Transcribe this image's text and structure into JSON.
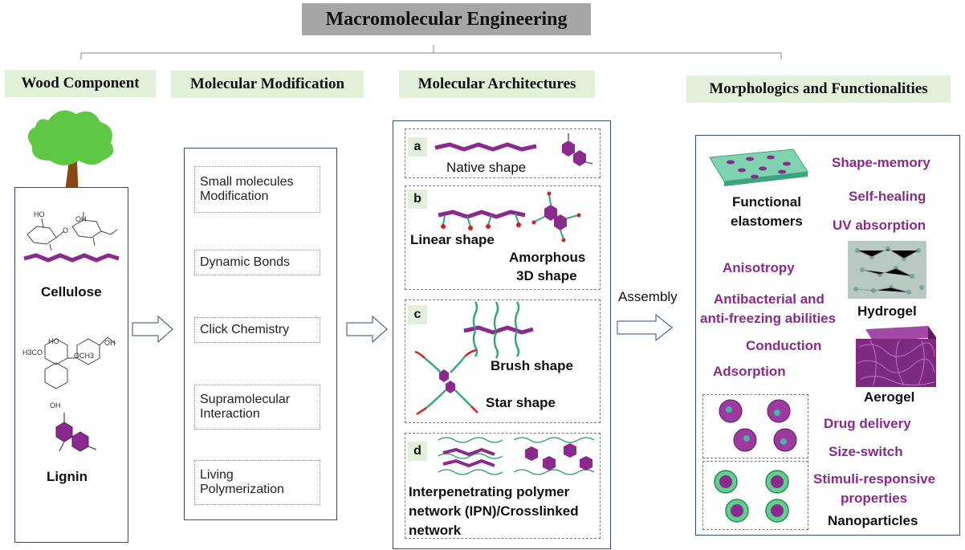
{
  "title": "Macromolecular Engineering",
  "columns": {
    "wood": "Wood Component",
    "modification": "Molecular Modification",
    "architectures": "Molecular Architectures",
    "morphology": "Morphologics and Functionalities"
  },
  "wood": {
    "cellulose": "Cellulose",
    "lignin": "Lignin",
    "formula_labels": [
      "HO",
      "OH",
      "O",
      "H3CO",
      "OCH3",
      "OH",
      "HO",
      "OH"
    ]
  },
  "modification": {
    "items": [
      [
        "Small molecules",
        "Modification"
      ],
      [
        "Dynamic Bonds"
      ],
      [
        "Click Chemistry"
      ],
      [
        "Supramolecular",
        "Interaction"
      ],
      [
        "Living",
        "Polymerization"
      ]
    ]
  },
  "architectures": {
    "a": {
      "tag": "a",
      "label": "Native shape"
    },
    "b": {
      "tag": "b",
      "linear": "Linear shape",
      "amorphous_1": "Amorphous",
      "amorphous_2": "3D shape"
    },
    "c": {
      "tag": "c",
      "brush": "Brush shape",
      "star": "Star shape"
    },
    "d": {
      "tag": "d",
      "line1": "Interpenetrating polymer",
      "line2": "network (IPN)/Crosslinked",
      "line3": "network"
    }
  },
  "assembly": "Assembly",
  "morphology": {
    "functional_1": "Functional",
    "functional_2": "elastomers",
    "hydrogel": "Hydrogel",
    "aerogel": "Aerogel",
    "nanoparticles": "Nanoparticles",
    "properties": {
      "shape_memory": "Shape-memory",
      "self_healing": "Self-healing",
      "uv": "UV absorption",
      "anisotropy": "Anisotropy",
      "antibacterial_1": "Antibacterial and",
      "antibacterial_2": "anti-freezing abilities",
      "conduction": "Conduction",
      "adsorption": "Adsorption",
      "drug": "Drug delivery",
      "size": "Size-switch",
      "stimuli_1": "Stimuli-responsive",
      "stimuli_2": "properties"
    }
  },
  "colors": {
    "purple": "#8b2a8e",
    "green": "#3aa57a",
    "header_bg": "#e2f0d9",
    "title_bg": "#a6a6a6",
    "border": "#2f4a73"
  }
}
